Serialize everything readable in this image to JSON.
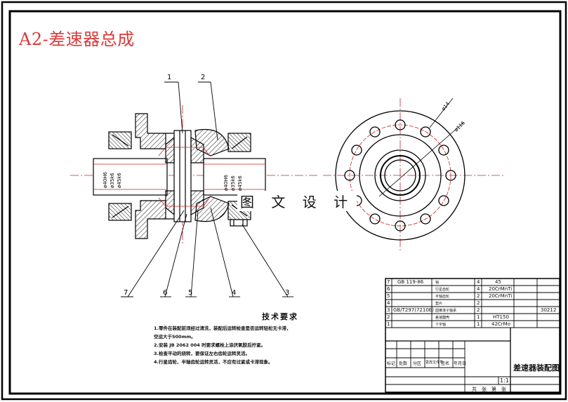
{
  "drawing": {
    "title": "A2-差速器总成",
    "watermark": "图 文 设 计"
  },
  "callouts": [
    "1",
    "2",
    "3",
    "4",
    "5",
    "6",
    "7"
  ],
  "dimensions": {
    "flange_circle_dia": "ø116",
    "hole_dia": "ø14",
    "left_fits": [
      "ø40H6",
      "ø35k6",
      "ø45k6"
    ],
    "right_fits": [
      "ø40H6",
      "ø35k6",
      "ø45k6"
    ]
  },
  "technical_requirements": {
    "title": "技术要求",
    "items": [
      "1.零件在装配前须经过清洗，装配后运转检查是否运转轻松无卡滞，",
      "  空运大于500mm。",
      "2.安装 JB 2062 004 时要求螺栓上涂厌氧胶后拧紧。",
      "3.检查平动的绕转，要保证左右齿轮运转灵活。",
      "4.行星齿轮、半轴齿轮运转灵活，不应有过紧或卡滞现象。"
    ]
  },
  "title_block": {
    "parts": [
      {
        "no": "7",
        "code": "GB 119-86",
        "name": "销",
        "qty": "4",
        "material": "45",
        "note": ""
      },
      {
        "no": "6",
        "code": "",
        "name": "行星齿轮",
        "qty": "4",
        "material": "20CrMnTi",
        "note": ""
      },
      {
        "no": "5",
        "code": "",
        "name": "半轴齿轮",
        "qty": "2",
        "material": "20CrMnTi",
        "note": ""
      },
      {
        "no": "4",
        "code": "",
        "name": "垫片",
        "qty": "2",
        "material": "",
        "note": ""
      },
      {
        "no": "3",
        "code": "GB/T297(7210E)",
        "name": "圆锥滚子轴承",
        "qty": "2",
        "material": "",
        "note": "30212"
      },
      {
        "no": "2",
        "code": "",
        "name": "差速器壳",
        "qty": "1",
        "material": "HT150",
        "note": ""
      },
      {
        "no": "1",
        "code": "",
        "name": "十字轴",
        "qty": "1",
        "material": "42CrMo",
        "note": ""
      }
    ],
    "header": [
      "标记",
      "处数",
      "分区",
      "更改文件号",
      "签名",
      "年月日"
    ],
    "drawing_name": "差速器装配图",
    "scale": "1:1",
    "footer": [
      "共",
      "张",
      "第",
      "张"
    ]
  }
}
